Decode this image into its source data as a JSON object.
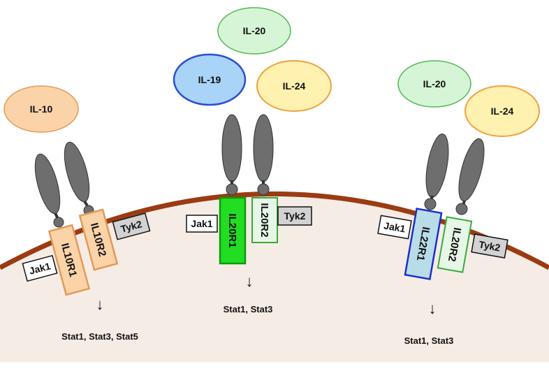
{
  "colors": {
    "membrane": "#9b3b12",
    "cytoplasm": "#f6ece6",
    "stalk": "#6e6e6e",
    "il10_fill": "#fbd3a8",
    "il10_stroke": "#e39a57",
    "il20_fill": "#d6f5d6",
    "il20_stroke": "#52b852",
    "il19_fill": "#a9d3f7",
    "il19_stroke": "#2a4ed6",
    "il24_fill": "#fff2b0",
    "il24_stroke": "#f0a040",
    "chain_orange_fill": "#fbd3a8",
    "chain_orange_stroke": "#e39a57",
    "chain_green_fill": "#22dd22",
    "chain_green_stroke": "#0b9a0b",
    "chain_palegreen_fill": "#e7f7e7",
    "chain_palegreen_stroke": "#3aaa3a",
    "chain_blue_fill": "#b9dde8",
    "chain_blue_stroke": "#1c2fc9",
    "kinase_white": "#ffffff",
    "kinase_grey": "#d2d2d2"
  },
  "complexes": [
    {
      "ligands": [
        "IL-10"
      ],
      "chains": [
        "IL10R1",
        "IL10R2"
      ],
      "kinases": [
        "Jak1",
        "Tyk2"
      ],
      "signal": "Stat1, Stat3, Stat5"
    },
    {
      "ligands": [
        "IL-20",
        "IL-19",
        "IL-24"
      ],
      "chains": [
        "IL20R1",
        "IL20R2"
      ],
      "kinases": [
        "Jak1",
        "Tyk2"
      ],
      "signal": "Stat1, Stat3"
    },
    {
      "ligands": [
        "IL-20",
        "IL-24"
      ],
      "chains": [
        "IL22R1",
        "IL20R2"
      ],
      "kinases": [
        "Jak1",
        "Tyk2"
      ],
      "signal": "Stat1, Stat3"
    }
  ],
  "arrow_symbol": "↓"
}
